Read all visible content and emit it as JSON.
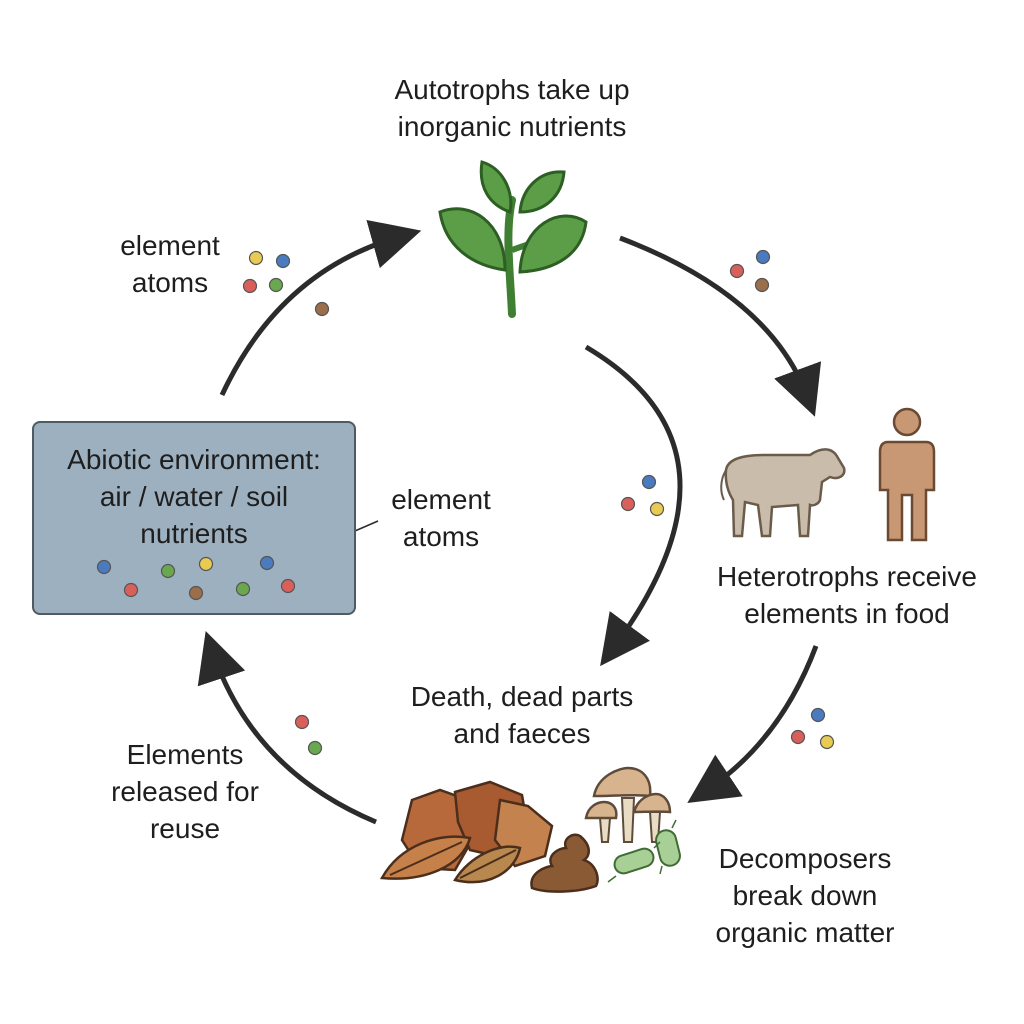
{
  "labels": {
    "autotrophs": [
      "Autotrophs take up",
      "inorganic nutrients"
    ],
    "heterotrophs": [
      "Heterotrophs receive",
      "elements in food"
    ],
    "death": [
      "Death, dead parts",
      "and faeces"
    ],
    "decomposers": [
      "Decomposers",
      "break down",
      "organic matter"
    ],
    "released": [
      "Elements",
      "released for",
      "reuse"
    ],
    "element_atoms_top": [
      "element",
      "atoms"
    ],
    "element_atoms_box": [
      "element",
      "atoms"
    ],
    "abiotic": [
      "Abiotic environment:",
      "air / water / soil",
      "nutrients"
    ]
  },
  "icons": {
    "plant": "plant-seedling-icon",
    "cow": "cow-icon",
    "human": "human-figure-icon",
    "leaves": "leaf-litter-icon",
    "faeces": "faeces-icon",
    "mushrooms": "mushroom-icon",
    "bacteria": "bacteria-icon"
  },
  "colors": {
    "atom_blue": "#4a7bbf",
    "atom_red": "#d9605a",
    "atom_yellow": "#e7cb52",
    "atom_green": "#6aa84f",
    "atom_brown": "#9b6e4c",
    "plant_green": "#5c9e47",
    "box_fill": "#9db0bf",
    "arrow": "#2b2b2b"
  }
}
